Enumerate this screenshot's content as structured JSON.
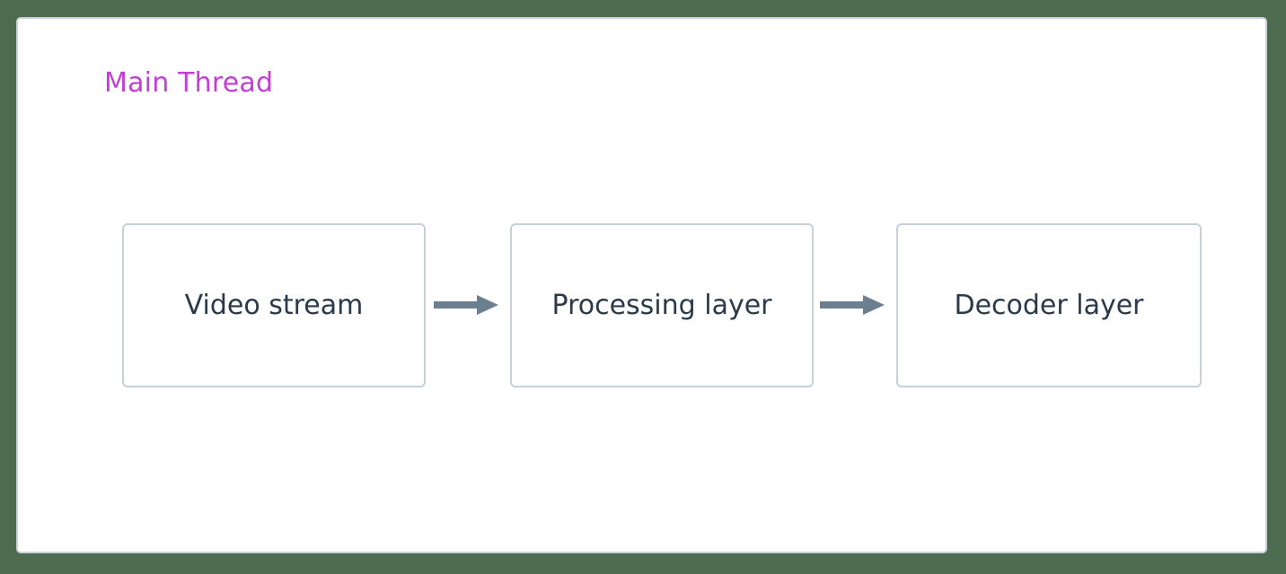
{
  "diagram": {
    "title": "Main Thread",
    "title_color": "#c13fd6",
    "background_color": "#4c6b4f",
    "container_background": "#ffffff",
    "container_border_color": "#c8d2dc",
    "node_border_color": "#c5d0da",
    "node_text_color": "#2b3a4a",
    "arrow_color": "#6b7f90",
    "type": "flowchart",
    "direction": "left-to-right",
    "nodes": [
      {
        "id": "video-stream",
        "label": "Video stream"
      },
      {
        "id": "processing-layer",
        "label": "Processing layer"
      },
      {
        "id": "decoder-layer",
        "label": "Decoder layer"
      }
    ],
    "edges": [
      {
        "id": "edge-0",
        "from": "video-stream",
        "to": "processing-layer",
        "icon": "arrow-right-icon"
      },
      {
        "id": "edge-1",
        "from": "processing-layer",
        "to": "decoder-layer",
        "icon": "arrow-right-icon"
      }
    ]
  }
}
